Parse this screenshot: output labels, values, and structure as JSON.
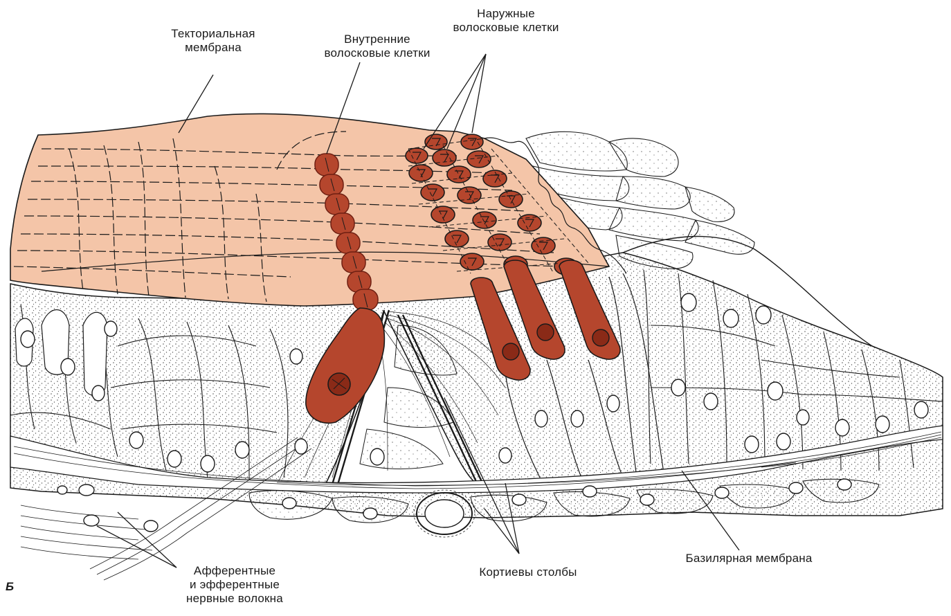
{
  "diagram": {
    "panel_letter": "Б",
    "labels": {
      "tectorial_membrane": "Текториальная\nмембрана",
      "inner_hair_cells": "Внутренние\nволосковые клетки",
      "outer_hair_cells": "Наружные\nволосковые клетки",
      "basilar_membrane": "Базилярная мембрана",
      "pillars_of_corti": "Кортиевы столбы",
      "nerve_fibers": "Афферентные\nи эфферентные\nнервные волокна"
    },
    "colors": {
      "tectorial_fill": "#f4c5a8",
      "hair_cell_fill": "#b5462d",
      "hair_cell_dark": "#6e1f12",
      "line": "#1a1a1a",
      "stipple": "#555555"
    }
  }
}
